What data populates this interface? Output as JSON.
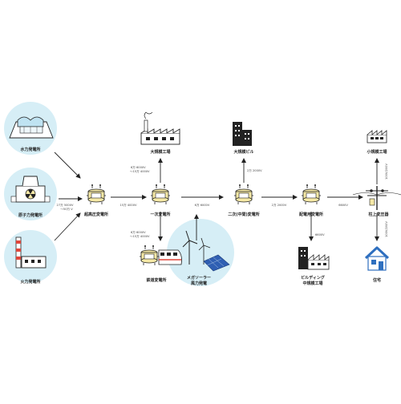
{
  "sources": {
    "hydro": "水力発電所",
    "nuclear": "原子力発電所",
    "thermal": "火力発電所"
  },
  "substations": {
    "ultra_high": "超高圧変電所",
    "primary": "一次変電所",
    "secondary": "二次(中間)変電所",
    "distribution": "配電用変電所",
    "pole": "柱上変圧器",
    "railway": "鉄道変電所"
  },
  "consumers": {
    "large_factory": "大規模工場",
    "large_building": "大規模ビル",
    "small_factory": "小規模工場",
    "mega_solar_line1": "メガソーラー",
    "mega_solar_line2": "風力発電",
    "building_factory_line1": "ビルディング",
    "building_factory_line2": "中規模工場",
    "house": "住宅"
  },
  "voltages": {
    "source_to_ultra_line1": "27万 5000V",
    "source_to_ultra_line2": "〜50万 V",
    "ultra_to_primary": "15万 4000V",
    "primary_to_factory_line1": "6万 6000V",
    "primary_to_factory_line2": "〜15万 4000V",
    "primary_to_railway_line1": "6万 6000V",
    "primary_to_railway_line2": "〜15万 4000V",
    "primary_to_secondary": "6万 6000V",
    "secondary_to_building": "2万 2000V",
    "secondary_to_distribution": "2万 2000V",
    "distribution_to_pole": "6600V",
    "distribution_to_buildings": "6600V",
    "pole_to_small_factory": "100V/200V",
    "pole_to_house": "100V/200V"
  },
  "colors": {
    "circle_fill": "#d6eef6",
    "transformer_fill": "#f6e9a6",
    "solar_panel": "#2f5fb3",
    "house_roof": "#2e6fbf",
    "line": "#222222"
  }
}
